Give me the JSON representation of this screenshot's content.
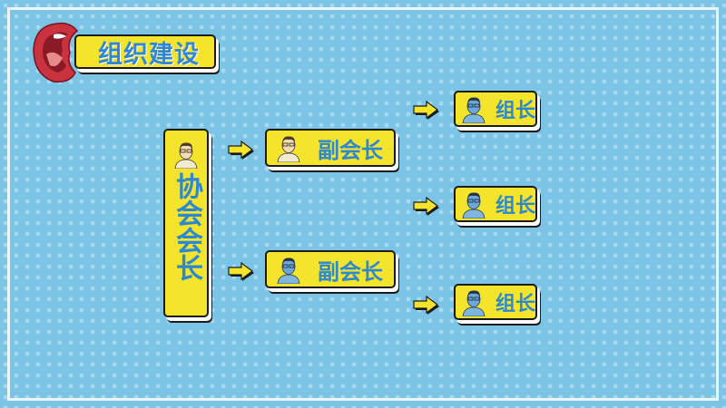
{
  "title": "组织建设",
  "president": {
    "label": "协会会长"
  },
  "vice_presidents": [
    {
      "label": "副会长"
    },
    {
      "label": "副会长"
    }
  ],
  "group_leaders": [
    {
      "label": "组长"
    },
    {
      "label": "组长"
    },
    {
      "label": "组长"
    }
  ],
  "colors": {
    "background": "#7cc4e6",
    "box": "#f4e42c",
    "text": "#2d88cf",
    "arrow": "#f4e42c"
  },
  "icons": {
    "title": "lips-icon",
    "person": "person-avatar-icon",
    "arrow": "arrow-right-icon"
  }
}
